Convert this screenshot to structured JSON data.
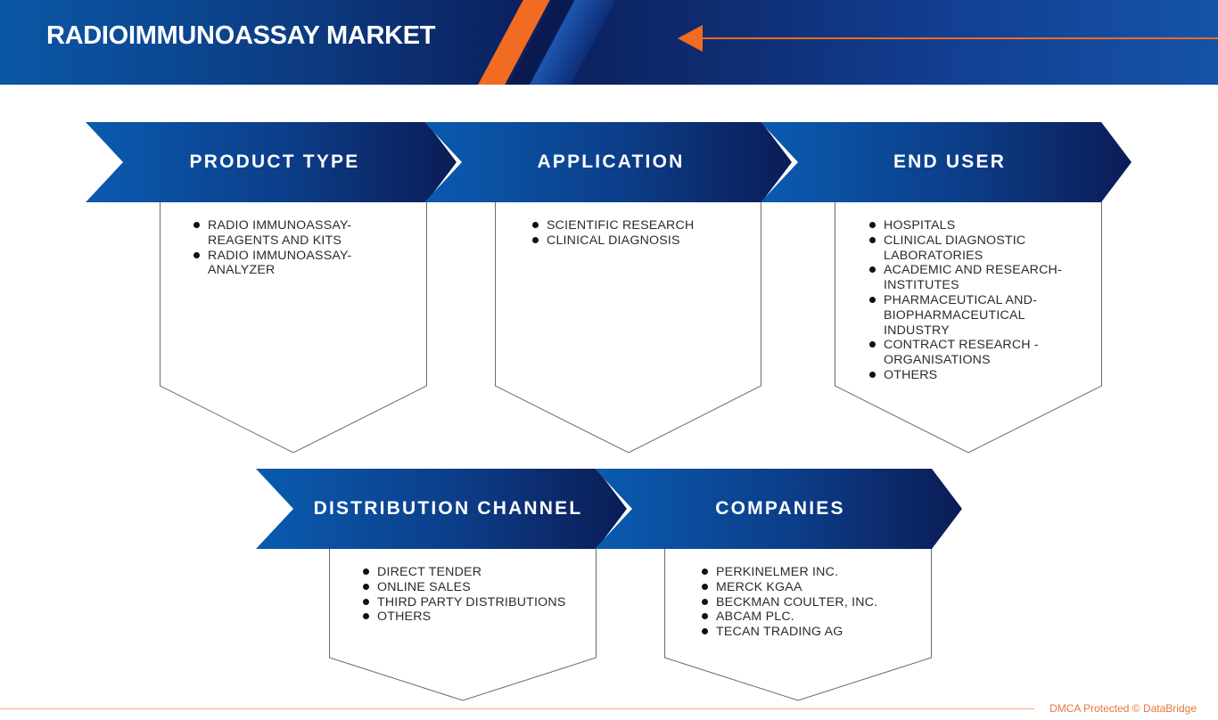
{
  "header": {
    "title": "RADIOIMMUNOASSAY MARKET",
    "colors": {
      "accent": "#f26b22",
      "dark_blue": "#0b1f5c",
      "blue": "#0a57a6"
    }
  },
  "segments": [
    {
      "label": "PRODUCT TYPE",
      "items": [
        "RADIO IMMUNOASSAY-REAGENTS AND KITS",
        "RADIO IMMUNOASSAY-ANALYZER"
      ]
    },
    {
      "label": "APPLICATION",
      "items": [
        "SCIENTIFIC RESEARCH",
        "CLINICAL DIAGNOSIS"
      ]
    },
    {
      "label": "END USER",
      "items": [
        "HOSPITALS",
        "CLINICAL DIAGNOSTIC LABORATORIES",
        "ACADEMIC AND RESEARCH-INSTITUTES",
        "PHARMACEUTICAL AND-BIOPHARMACEUTICAL INDUSTRY",
        "CONTRACT RESEARCH -ORGANISATIONS",
        "OTHERS"
      ]
    },
    {
      "label": "DISTRIBUTION CHANNEL",
      "items": [
        "DIRECT TENDER",
        "ONLINE SALES",
        "THIRD PARTY DISTRIBUTIONS",
        "OTHERS"
      ]
    },
    {
      "label": "COMPANIES",
      "items": [
        "PERKINELMER INC.",
        "MERCK KGAA",
        "BECKMAN COULTER, INC.",
        "ABCAM PLC.",
        "TECAN TRADING AG"
      ]
    }
  ],
  "footer": {
    "text": "DMCA Protected © DataBridge"
  }
}
